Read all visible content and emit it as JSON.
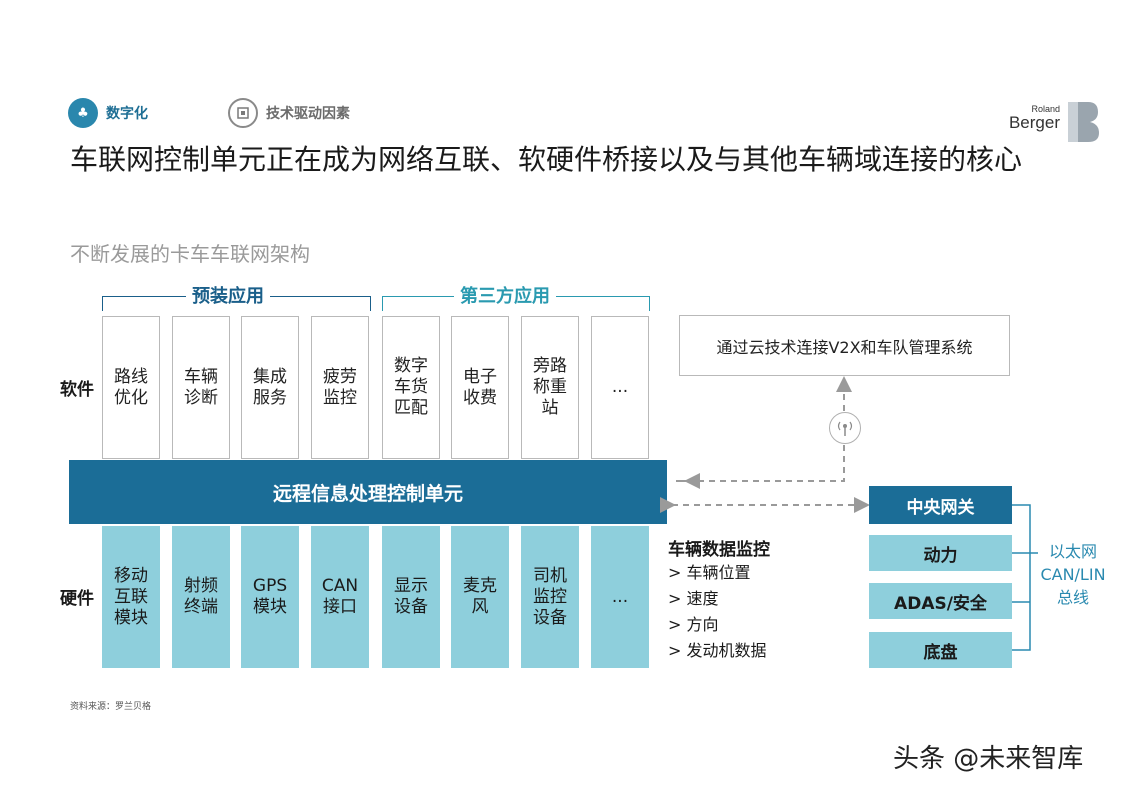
{
  "tags": {
    "digital": "数字化",
    "driver": "技术驱动因素"
  },
  "logo": {
    "small": "Roland",
    "big": "Berger"
  },
  "title": "车联网控制单元正在成为网络互联、软硬件桥接以及与其他车辆域连接的核心",
  "subtitle": "不断发展的卡车车联网架构",
  "brackets": {
    "preinstalled": "预装应用",
    "third_party": "第三方应用"
  },
  "labels": {
    "software": "软件",
    "hardware": "硬件"
  },
  "software": [
    "路线优化",
    "车辆诊断",
    "集成服务",
    "疲劳监控",
    "数字车货匹配",
    "电子收费",
    "旁路称重站",
    "..."
  ],
  "hardware": [
    "移动互联模块",
    "射频终端",
    "GPS模块",
    "CAN接口",
    "显示设备",
    "麦克风",
    "司机监控设备",
    "..."
  ],
  "tcu": "远程信息处理控制单元",
  "cloud": "通过云技术连接V2X和车队管理系统",
  "vehicle_monitor": {
    "title": "车辆数据监控",
    "items": [
      "> 车辆位置",
      "> 速度",
      "> 方向",
      "> 发动机数据"
    ]
  },
  "gateway": "中央网关",
  "domains": [
    "动力",
    "ADAS/安全",
    "底盘"
  ],
  "bus": {
    "line1": "以太网",
    "line2": "CAN/LIN",
    "line3": "总线"
  },
  "source": "资料来源：罗兰贝格",
  "watermark": "头条 @未来智库",
  "colors": {
    "dark_blue": "#1b6d97",
    "light_blue": "#8ecfdc",
    "teal": "#2a9ab0"
  }
}
